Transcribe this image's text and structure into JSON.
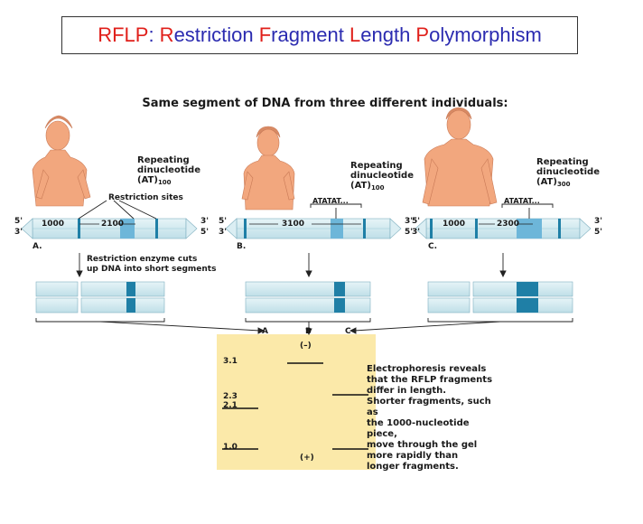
{
  "title": {
    "parts": [
      {
        "text": "R",
        "color": "#e0201b"
      },
      {
        "text": "FLP",
        "color": "#e0201b"
      },
      {
        "text": ": ",
        "color": "#2b2bb0"
      },
      {
        "text": "R",
        "color": "#e0201b"
      },
      {
        "text": "estriction ",
        "color": "#2b2bb0"
      },
      {
        "text": "F",
        "color": "#e0201b"
      },
      {
        "text": "ragment ",
        "color": "#2b2bb0"
      },
      {
        "text": "L",
        "color": "#e0201b"
      },
      {
        "text": "ength ",
        "color": "#2b2bb0"
      },
      {
        "text": "P",
        "color": "#e0201b"
      },
      {
        "text": "olymorphism",
        "color": "#2b2bb0"
      }
    ]
  },
  "subtitle": "Same segment of DNA from three different individuals:",
  "individuals": [
    {
      "panel": "A.",
      "repeat_line1": "Repeating",
      "repeat_line2": "dinucleotide",
      "repeat_formula": "(AT)",
      "repeat_sub": "100",
      "fragments": [
        "1000",
        "2100"
      ],
      "restriction_sites_label": "Restriction sites"
    },
    {
      "panel": "B.",
      "repeat_line1": "Repeating",
      "repeat_line2": "dinucleotide",
      "repeat_formula": "(AT)",
      "repeat_sub": "100",
      "fragments": [
        "3100"
      ],
      "repeat_box": "ATATAT..."
    },
    {
      "panel": "C.",
      "repeat_line1": "Repeating",
      "repeat_line2": "dinucleotide",
      "repeat_formula": "(AT)",
      "repeat_sub": "300",
      "fragments": [
        "1000",
        "2300"
      ],
      "repeat_box": "ATATAT..."
    }
  ],
  "strand_ends": {
    "five": "5'",
    "three": "3'"
  },
  "enzyme_note": [
    "Restriction enzyme cuts",
    "up DNA into short segments"
  ],
  "gel": {
    "lanes": [
      "A",
      "B",
      "C"
    ],
    "top_label": "(–)",
    "bottom_label": "(+)",
    "scale_labels": [
      "3.1",
      "2.3",
      "2.1",
      "1.0"
    ],
    "note": [
      "Electrophoresis reveals",
      "that the RFLP fragments",
      "differ in length.",
      "Shorter fragments, such as",
      "the 1000-nucleotide piece,",
      "move through the gel",
      "more rapidly than",
      "longer fragments."
    ]
  },
  "colors": {
    "dna_light": "#cfe9ef",
    "dna_mid": "#6db6d9",
    "dna_dark": "#1f7fa6",
    "gel": "#fbe9a9",
    "skin": "#f2a77e"
  }
}
